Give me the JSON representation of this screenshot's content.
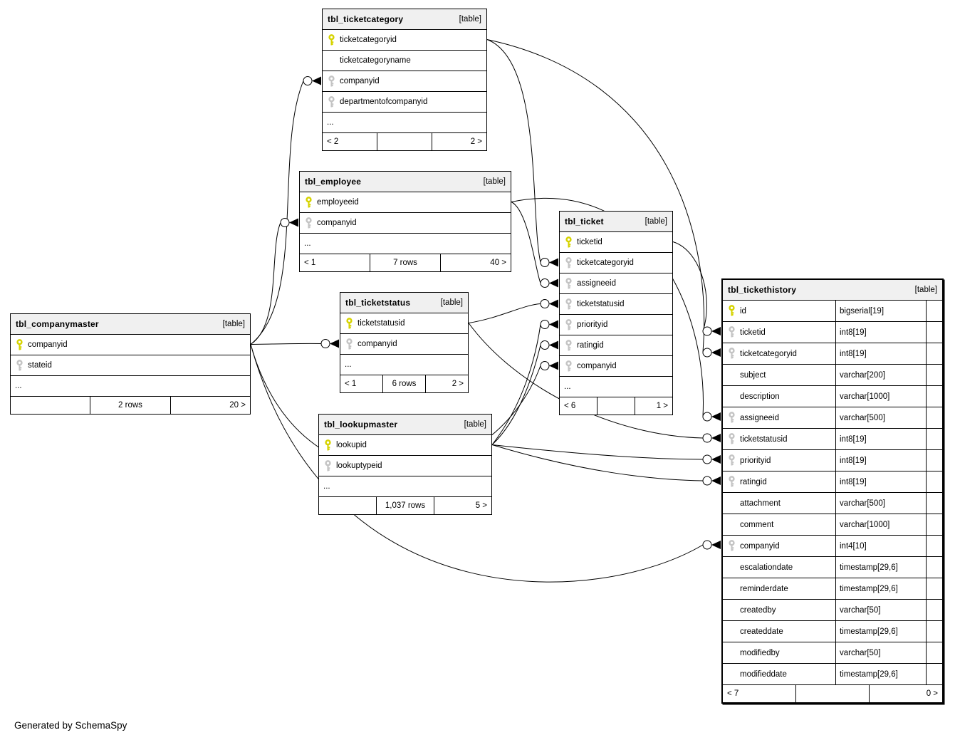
{
  "diagram": {
    "generator_note": "Generated by SchemaSpy",
    "colors": {
      "pk_key": "#d6d300",
      "fk_key": "#c4c4c4",
      "header_bg": "#f0f0f0",
      "border": "#000000",
      "line": "#000000"
    },
    "tables": [
      {
        "name": "tbl_ticketcategory",
        "badge": "[table]",
        "columns": [
          {
            "name": "ticketcategoryid",
            "key": "pk"
          },
          {
            "name": "ticketcategoryname",
            "key": ""
          },
          {
            "name": "companyid",
            "key": "fk"
          },
          {
            "name": "departmentofcompanyid",
            "key": "fk"
          },
          {
            "name": "...",
            "key": ""
          }
        ],
        "footer": {
          "left": "< 2",
          "center": "",
          "right": "2 >"
        }
      },
      {
        "name": "tbl_employee",
        "badge": "[table]",
        "columns": [
          {
            "name": "employeeid",
            "key": "pk"
          },
          {
            "name": "companyid",
            "key": "fk"
          },
          {
            "name": "...",
            "key": ""
          }
        ],
        "footer": {
          "left": "< 1",
          "center": "7 rows",
          "right": "40 >"
        }
      },
      {
        "name": "tbl_ticket",
        "badge": "[table]",
        "columns": [
          {
            "name": "ticketid",
            "key": "pk"
          },
          {
            "name": "ticketcategoryid",
            "key": "fk"
          },
          {
            "name": "assigneeid",
            "key": "fk"
          },
          {
            "name": "ticketstatusid",
            "key": "fk"
          },
          {
            "name": "priorityid",
            "key": "fk"
          },
          {
            "name": "ratingid",
            "key": "fk"
          },
          {
            "name": "companyid",
            "key": "fk"
          },
          {
            "name": "...",
            "key": ""
          }
        ],
        "footer": {
          "left": "< 6",
          "center": "",
          "right": "1 >"
        }
      },
      {
        "name": "tbl_ticketstatus",
        "badge": "[table]",
        "columns": [
          {
            "name": "ticketstatusid",
            "key": "pk"
          },
          {
            "name": "companyid",
            "key": "fk"
          },
          {
            "name": "...",
            "key": ""
          }
        ],
        "footer": {
          "left": "< 1",
          "center": "6 rows",
          "right": "2 >"
        }
      },
      {
        "name": "tbl_companymaster",
        "badge": "[table]",
        "columns": [
          {
            "name": "companyid",
            "key": "pk"
          },
          {
            "name": "stateid",
            "key": "fk"
          },
          {
            "name": "...",
            "key": ""
          }
        ],
        "footer": {
          "left": "",
          "center": "2 rows",
          "right": "20 >"
        }
      },
      {
        "name": "tbl_lookupmaster",
        "badge": "[table]",
        "columns": [
          {
            "name": "lookupid",
            "key": "pk"
          },
          {
            "name": "lookuptypeid",
            "key": "fk"
          },
          {
            "name": "...",
            "key": ""
          }
        ],
        "footer": {
          "left": "",
          "center": "1,037 rows",
          "right": "5 >"
        }
      },
      {
        "name": "tbl_tickethistory",
        "badge": "[table]",
        "columns": [
          {
            "name": "id",
            "key": "pk",
            "type": "bigserial[19]"
          },
          {
            "name": "ticketid",
            "key": "fk",
            "type": "int8[19]"
          },
          {
            "name": "ticketcategoryid",
            "key": "fk",
            "type": "int8[19]"
          },
          {
            "name": "subject",
            "key": "",
            "type": "varchar[200]"
          },
          {
            "name": "description",
            "key": "",
            "type": "varchar[1000]"
          },
          {
            "name": "assigneeid",
            "key": "fk",
            "type": "varchar[500]"
          },
          {
            "name": "ticketstatusid",
            "key": "fk",
            "type": "int8[19]"
          },
          {
            "name": "priorityid",
            "key": "fk",
            "type": "int8[19]"
          },
          {
            "name": "ratingid",
            "key": "fk",
            "type": "int8[19]"
          },
          {
            "name": "attachment",
            "key": "",
            "type": "varchar[500]"
          },
          {
            "name": "comment",
            "key": "",
            "type": "varchar[1000]"
          },
          {
            "name": "companyid",
            "key": "fk",
            "type": "int4[10]"
          },
          {
            "name": "escalationdate",
            "key": "",
            "type": "timestamp[29,6]"
          },
          {
            "name": "reminderdate",
            "key": "",
            "type": "timestamp[29,6]"
          },
          {
            "name": "createdby",
            "key": "",
            "type": "varchar[50]"
          },
          {
            "name": "createddate",
            "key": "",
            "type": "timestamp[29,6]"
          },
          {
            "name": "modifiedby",
            "key": "",
            "type": "varchar[50]"
          },
          {
            "name": "modifieddate",
            "key": "",
            "type": "timestamp[29,6]"
          }
        ],
        "footer": {
          "left": "< 7",
          "center": "",
          "right": "0 >"
        }
      }
    ],
    "relationships": [
      {
        "from": "tbl_companymaster.companyid",
        "to": "tbl_ticketcategory.companyid"
      },
      {
        "from": "tbl_companymaster.companyid",
        "to": "tbl_employee.companyid"
      },
      {
        "from": "tbl_companymaster.companyid",
        "to": "tbl_ticketstatus.companyid"
      },
      {
        "from": "tbl_companymaster.companyid",
        "to": "tbl_ticket.companyid"
      },
      {
        "from": "tbl_companymaster.companyid",
        "to": "tbl_tickethistory.companyid"
      },
      {
        "from": "tbl_ticketcategory.ticketcategoryid",
        "to": "tbl_ticket.ticketcategoryid"
      },
      {
        "from": "tbl_ticketcategory.ticketcategoryid",
        "to": "tbl_tickethistory.ticketcategoryid"
      },
      {
        "from": "tbl_employee.employeeid",
        "to": "tbl_ticket.assigneeid"
      },
      {
        "from": "tbl_employee.employeeid",
        "to": "tbl_tickethistory.assigneeid"
      },
      {
        "from": "tbl_ticketstatus.ticketstatusid",
        "to": "tbl_ticket.ticketstatusid"
      },
      {
        "from": "tbl_ticketstatus.ticketstatusid",
        "to": "tbl_tickethistory.ticketstatusid"
      },
      {
        "from": "tbl_lookupmaster.lookupid",
        "to": "tbl_ticket.priorityid"
      },
      {
        "from": "tbl_lookupmaster.lookupid",
        "to": "tbl_ticket.ratingid"
      },
      {
        "from": "tbl_lookupmaster.lookupid",
        "to": "tbl_tickethistory.priorityid"
      },
      {
        "from": "tbl_lookupmaster.lookupid",
        "to": "tbl_tickethistory.ratingid"
      },
      {
        "from": "tbl_ticket.ticketid",
        "to": "tbl_tickethistory.ticketid"
      }
    ]
  }
}
